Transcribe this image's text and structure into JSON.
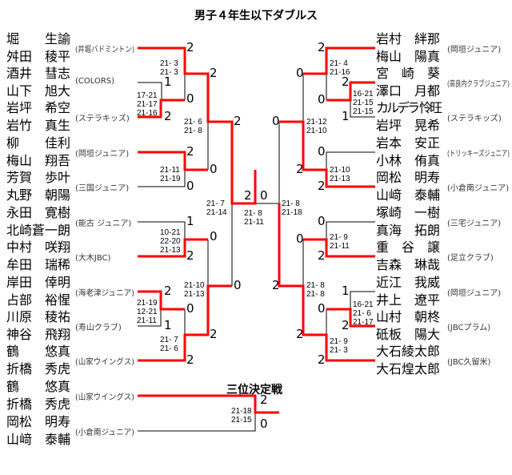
{
  "title": "男子４年生以下ダブルス",
  "third_place_title": "三位決定戦",
  "colors": {
    "winner_line": "#ff0000",
    "line": "#000000"
  },
  "left_entries": [
    {
      "players": [
        [
          "堀",
          "生諭"
        ],
        [
          "舛田",
          "稜平"
        ]
      ],
      "club": "(井堀バドミントン)"
    },
    {
      "players": [
        [
          "酒井",
          "彗志"
        ],
        [
          "山下",
          "旭大"
        ]
      ],
      "club": "(COLORS)"
    },
    {
      "players": [
        [
          "岩坪",
          "希空"
        ],
        [
          "岩竹",
          "真生"
        ]
      ],
      "club": "(ステラキッズ)"
    },
    {
      "players": [
        [
          "柳",
          "佳利"
        ],
        [
          "梅山",
          "翔吾"
        ]
      ],
      "club": "(岡垣ジュニア)"
    },
    {
      "players": [
        [
          "芳賀",
          "歩叶"
        ],
        [
          "丸野",
          "朝陽"
        ]
      ],
      "club": "(三国ジュニア)"
    },
    {
      "players": [
        [
          "永田",
          "寛樹"
        ],
        [
          "北崎",
          "蒼一朗"
        ]
      ],
      "club": "(能古 ジュニア)"
    },
    {
      "players": [
        [
          "中村",
          "咲翔"
        ],
        [
          "牟田",
          "瑞稀"
        ]
      ],
      "club": "(大木JBC)"
    },
    {
      "players": [
        [
          "岸田",
          "倖明"
        ],
        [
          "占部",
          "裕惺"
        ]
      ],
      "club": "(海老津ジュニア)"
    },
    {
      "players": [
        [
          "川原",
          "稜祐"
        ],
        [
          "神谷",
          "飛翔"
        ]
      ],
      "club": "(寿山クラブ)"
    },
    {
      "players": [
        [
          "鶴",
          "悠真"
        ],
        [
          "折橋",
          "秀虎"
        ]
      ],
      "club": "(山家ウイングス)"
    }
  ],
  "right_entries": [
    {
      "players": [
        [
          "岩村",
          "絆那"
        ],
        [
          "梅山",
          "陽真"
        ]
      ],
      "club": "(岡垣ジュニア)"
    },
    {
      "players": [
        [
          "宮",
          "崎　葵"
        ],
        [
          "澤口",
          "月都"
        ]
      ],
      "club": "(高良内クラブジュニア)"
    },
    {
      "players": [
        [
          "カルデラ",
          "怜旺"
        ],
        [
          "岩坪",
          "晃希"
        ]
      ],
      "club": "(ステラキッズ)"
    },
    {
      "players": [
        [
          "岩本",
          "安正"
        ],
        [
          "小林",
          "侑真"
        ]
      ],
      "club": "(トリッキーズジュニア)"
    },
    {
      "players": [
        [
          "岡松",
          "明寿"
        ],
        [
          "山﨑",
          "泰輔"
        ]
      ],
      "club": "(小倉南ジュニア)"
    },
    {
      "players": [
        [
          "塚崎",
          "一樹"
        ],
        [
          "真海",
          "拓朗"
        ]
      ],
      "club": "(三宅ジュニア)"
    },
    {
      "players": [
        [
          "重",
          "谷　譲"
        ],
        [
          "吉森",
          "琳哉"
        ]
      ],
      "club": "(足立クラブ)"
    },
    {
      "players": [
        [
          "近江",
          "我威"
        ],
        [
          "井上",
          "遼平"
        ]
      ],
      "club": "(岡垣ジュニア)"
    },
    {
      "players": [
        [
          "山村",
          "朝柊"
        ],
        [
          "砥板",
          "陽大"
        ]
      ],
      "club": "(JBCプラム)"
    },
    {
      "players": [
        [
          "大石",
          "綾太郎"
        ],
        [
          "大石",
          "煌太郎"
        ]
      ],
      "club": "(JBC久留米)"
    }
  ],
  "third_place_entries": [
    {
      "players": [
        [
          "鶴",
          "悠真"
        ],
        [
          "折橋",
          "秀虎"
        ]
      ],
      "club": "(山家ウイングス)"
    },
    {
      "players": [
        [
          "岡松",
          "明寿"
        ],
        [
          "山﨑",
          "泰輔"
        ]
      ],
      "club": "(小倉南ジュニア)"
    }
  ],
  "scores": [
    "2",
    "1",
    "2",
    "0",
    "2",
    "2",
    "0",
    "0",
    "2",
    "1",
    "2",
    "0",
    "2",
    "1",
    "0",
    "2",
    "2",
    "0",
    "2",
    "0",
    "2",
    "2",
    "1",
    "0",
    "0",
    "0",
    "2",
    "2",
    "0",
    "0",
    "2",
    "0",
    "1",
    "2",
    "0",
    "2",
    "2",
    "2",
    "2",
    "0"
  ],
  "game_scores": [
    [
      "21- 3",
      "21- 3"
    ],
    [
      "17-21",
      "21-17",
      "21-16"
    ],
    [
      "21- 6",
      "21- 8"
    ],
    [
      "21-11",
      "21-19"
    ],
    [
      "10-21",
      "22-20",
      "21-13"
    ],
    [
      "21-19",
      "12-21",
      "21-11"
    ],
    [
      "21- 7",
      "21- 6"
    ],
    [
      "21-10",
      "21-13"
    ],
    [
      "21- 7",
      "21-14"
    ],
    [
      "21- 8",
      "21-11"
    ],
    [
      "21- 8",
      "21-18"
    ],
    [
      "21- 4",
      "21-16"
    ],
    [
      "16-21",
      "21-15",
      "21-15"
    ],
    [
      "21-12",
      "21-10"
    ],
    [
      "21-10",
      "21-13"
    ],
    [
      "21- 9",
      "21-11"
    ],
    [
      "21- 8",
      "21- 8"
    ],
    [
      "16-21",
      "21- 6",
      "21-17"
    ],
    [
      "21- 9",
      "21- 3"
    ],
    [
      "21-18",
      "21-15"
    ]
  ]
}
